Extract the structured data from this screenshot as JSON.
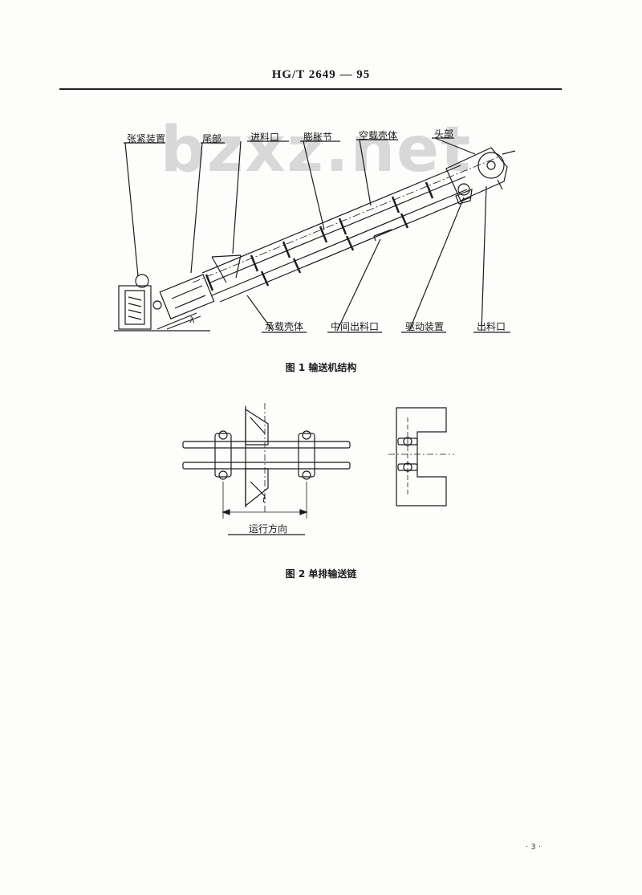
{
  "header": {
    "code": "HG/T 2649 — 95"
  },
  "watermark": "bzxz.net",
  "figure1": {
    "labels_top": {
      "tensioner": "张紧装置",
      "tail": "尾部",
      "inlet": "进料口",
      "expansion_joint": "膨胀节",
      "empty_casing": "空载壳体",
      "head": "头部"
    },
    "labels_bottom": {
      "loaded_casing": "承载壳体",
      "middle_outlet": "中间出料口",
      "drive": "驱动装置",
      "outlet": "出料口"
    },
    "angle_mark": "λ",
    "caption": "图 1   输送机结构"
  },
  "figure2": {
    "dimension_mark": "t",
    "direction_label": "运行方向",
    "caption": "图 2   单排输送链"
  },
  "page_mark": "· 3 ·"
}
